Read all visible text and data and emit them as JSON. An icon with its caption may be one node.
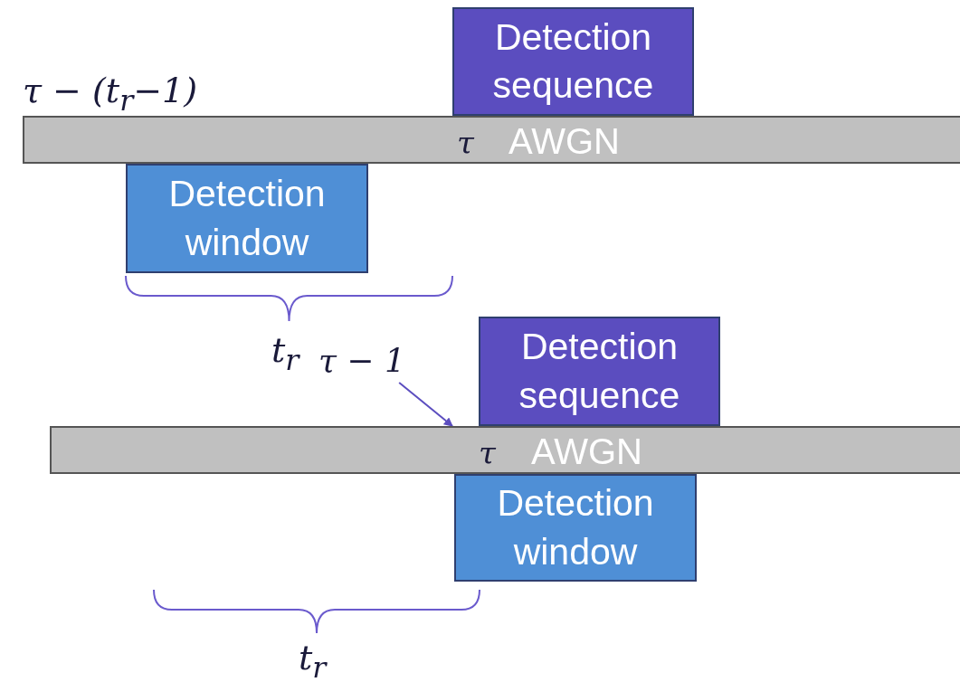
{
  "diagram": {
    "nodes": [
      {
        "text": [
          "Detection sequence"
        ]
      },
      {
        "text": [
          "τ",
          "AWGN"
        ]
      },
      {
        "text": [
          "Detection window"
        ]
      },
      {
        "text": [
          "Detection sequence"
        ]
      },
      {
        "text": [
          "τ",
          "AWGN"
        ]
      },
      {
        "text": [
          "Detection window"
        ]
      },
      {
        "text": [
          "τ − 1"
        ]
      }
    ],
    "edges": [
      {
        "from": 6,
        "to": 4,
        "arrow": "to"
      }
    ],
    "labels": [
      "τ − (t$_{r}$−1)",
      "t$_{r}$",
      "t$_{r}$"
    ]
  }
}
